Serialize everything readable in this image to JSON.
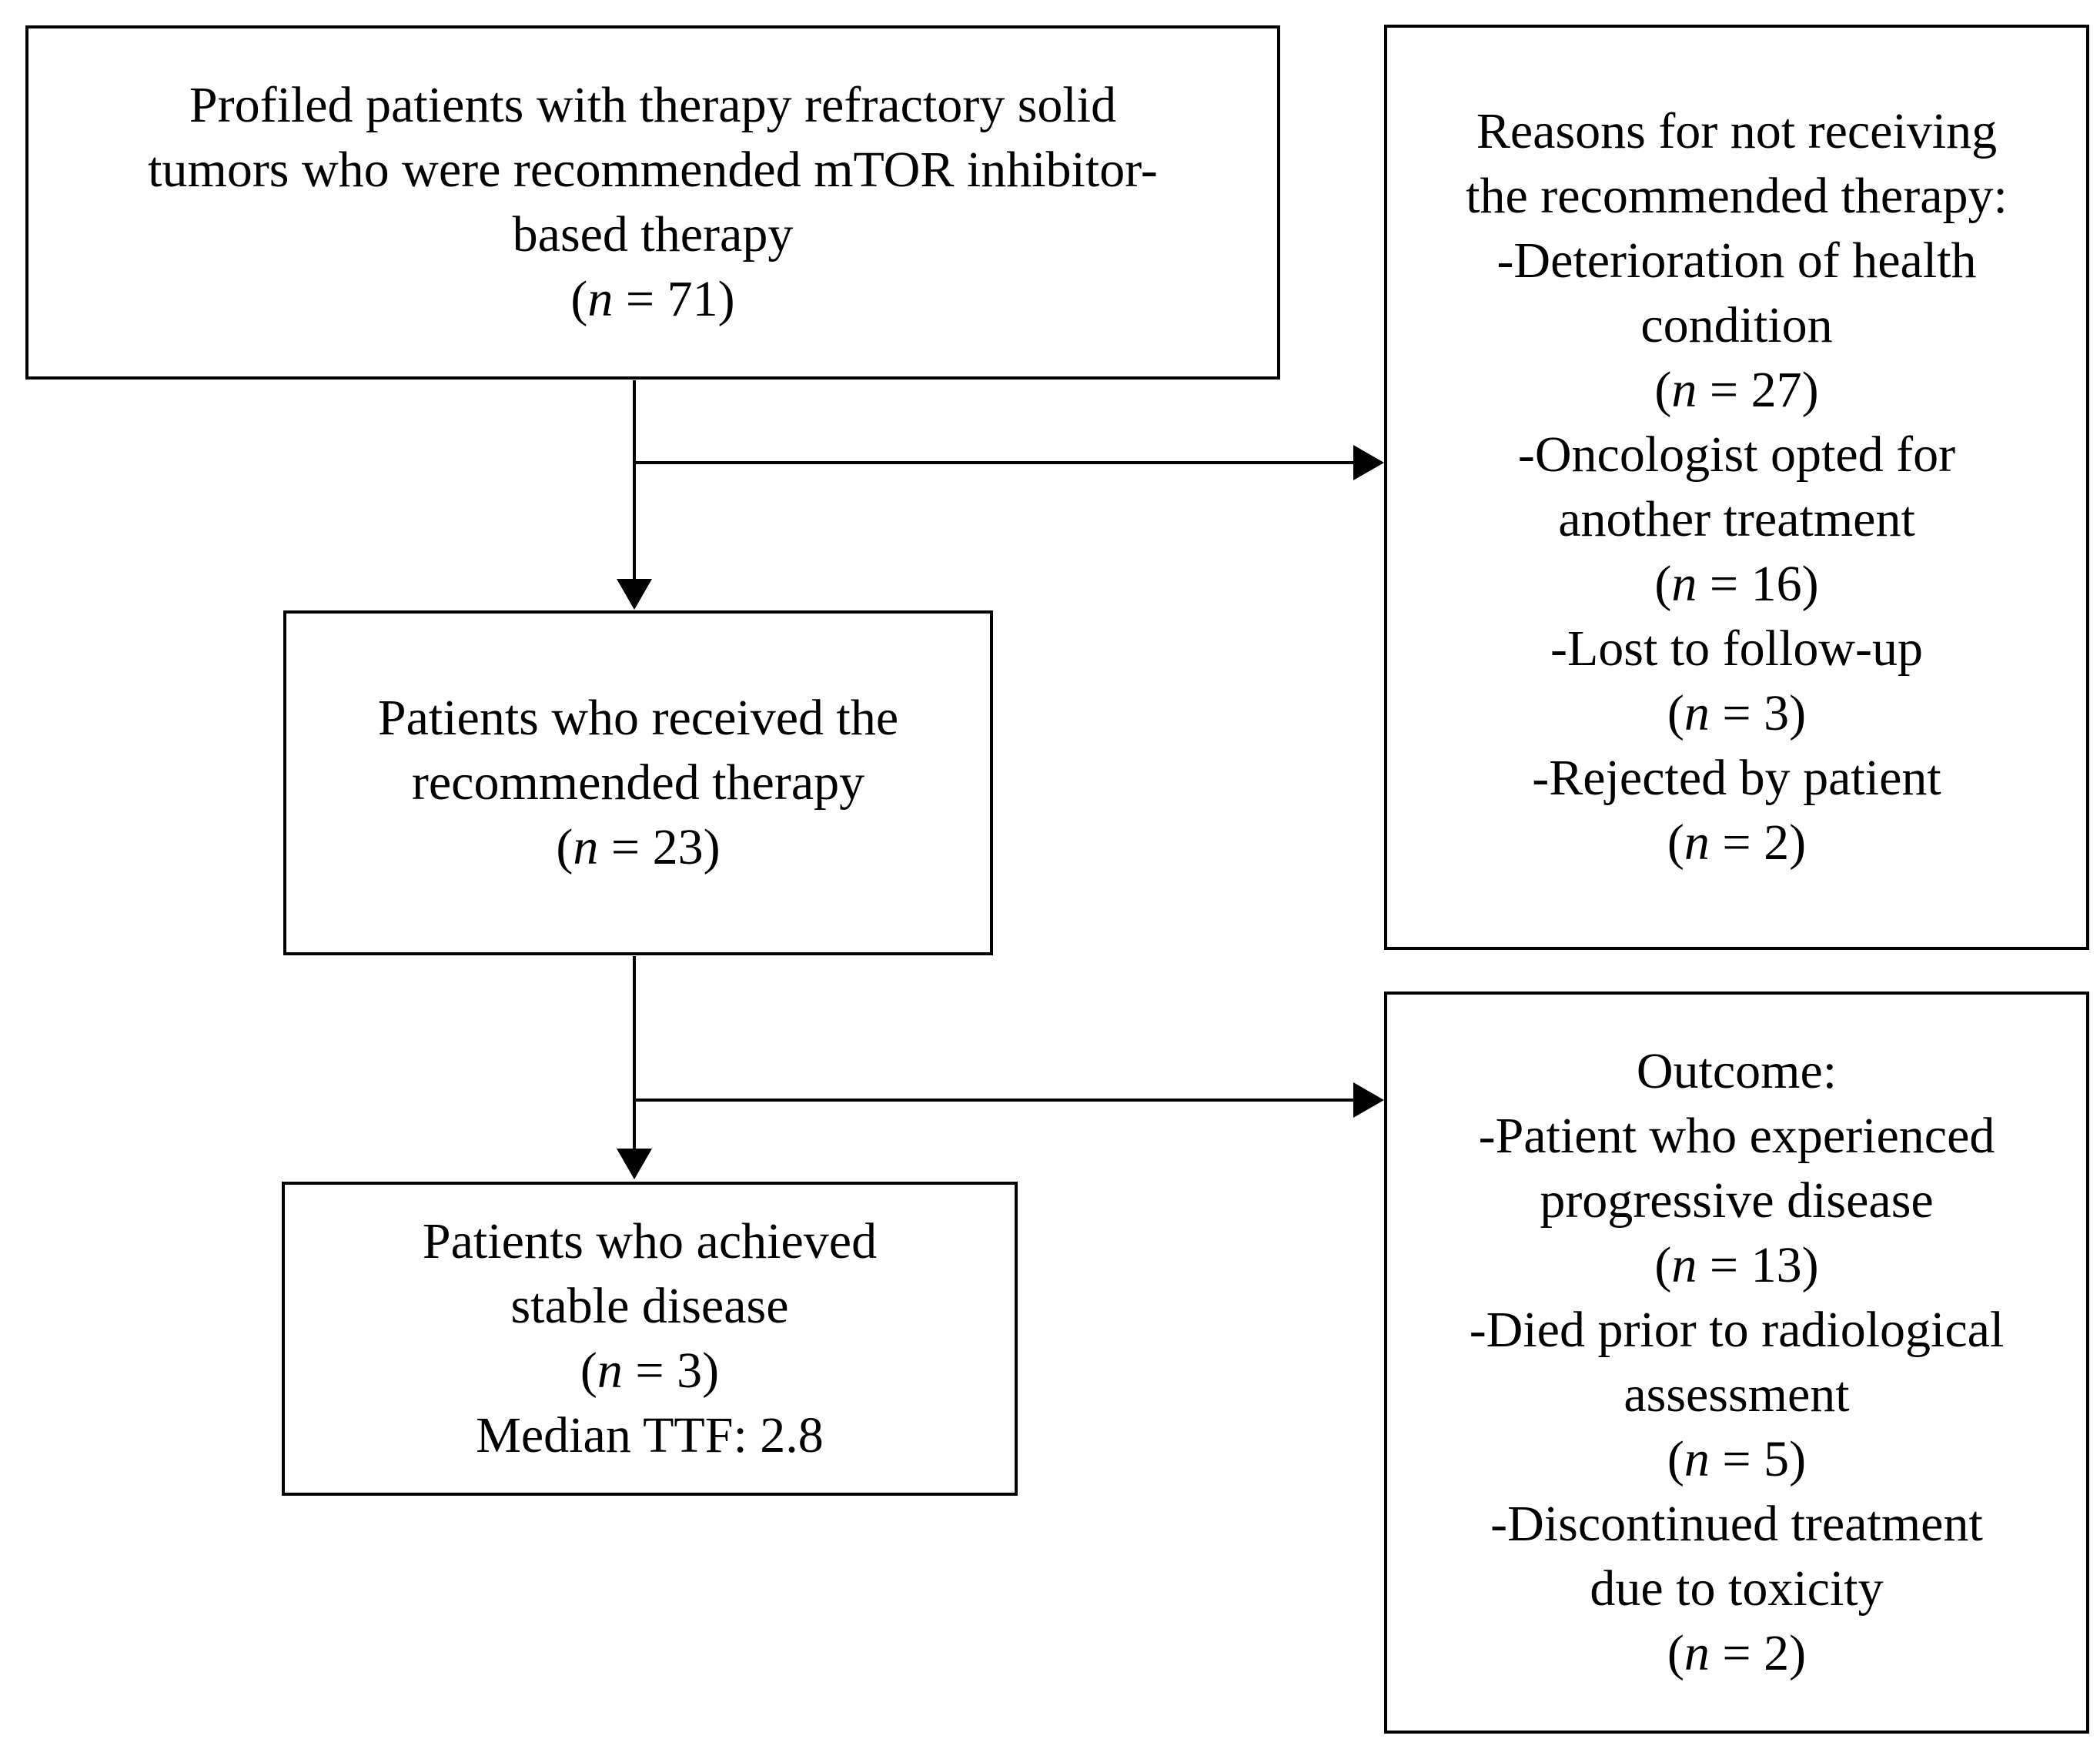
{
  "figure": {
    "type": "patient-flow-diagram",
    "background_color": "#ffffff",
    "line_color": "#000000",
    "text_color": "#000000"
  },
  "boxes": {
    "profiled": {
      "lines": [
        "Profiled patients with therapy refractory solid",
        "tumors who were recommended mTOR inhibitor-",
        "based therapy",
        "(n = 71)"
      ]
    },
    "reasons": {
      "lines": [
        "Reasons for not receiving",
        "the recommended therapy:",
        "-Deterioration of health",
        "condition",
        "(n = 27)",
        "-Oncologist opted for",
        "another treatment",
        "(n = 16)",
        "-Lost to follow-up",
        "(n = 3)",
        "-Rejected by patient",
        "(n = 2)"
      ]
    },
    "received": {
      "lines": [
        "Patients who received the",
        "recommended therapy",
        "(n = 23)"
      ]
    },
    "outcome": {
      "lines": [
        "Outcome:",
        "-Patient who experienced",
        "progressive disease",
        "(n = 13)",
        "-Died prior to radiological",
        "assessment",
        "(n = 5)",
        "-Discontinued treatment",
        "due to toxicity",
        "(n = 2)"
      ]
    },
    "stable": {
      "lines": [
        "Patients who achieved",
        "stable disease",
        "(n = 3)",
        "Median TTF: 2.8"
      ]
    }
  },
  "connectors": [
    {
      "from": "profiled",
      "to": "received",
      "type": "arrow-down"
    },
    {
      "from": "profiled",
      "to": "reasons",
      "type": "arrow-right"
    },
    {
      "from": "received",
      "to": "stable",
      "type": "arrow-down"
    },
    {
      "from": "received",
      "to": "outcome",
      "type": "arrow-right"
    }
  ]
}
